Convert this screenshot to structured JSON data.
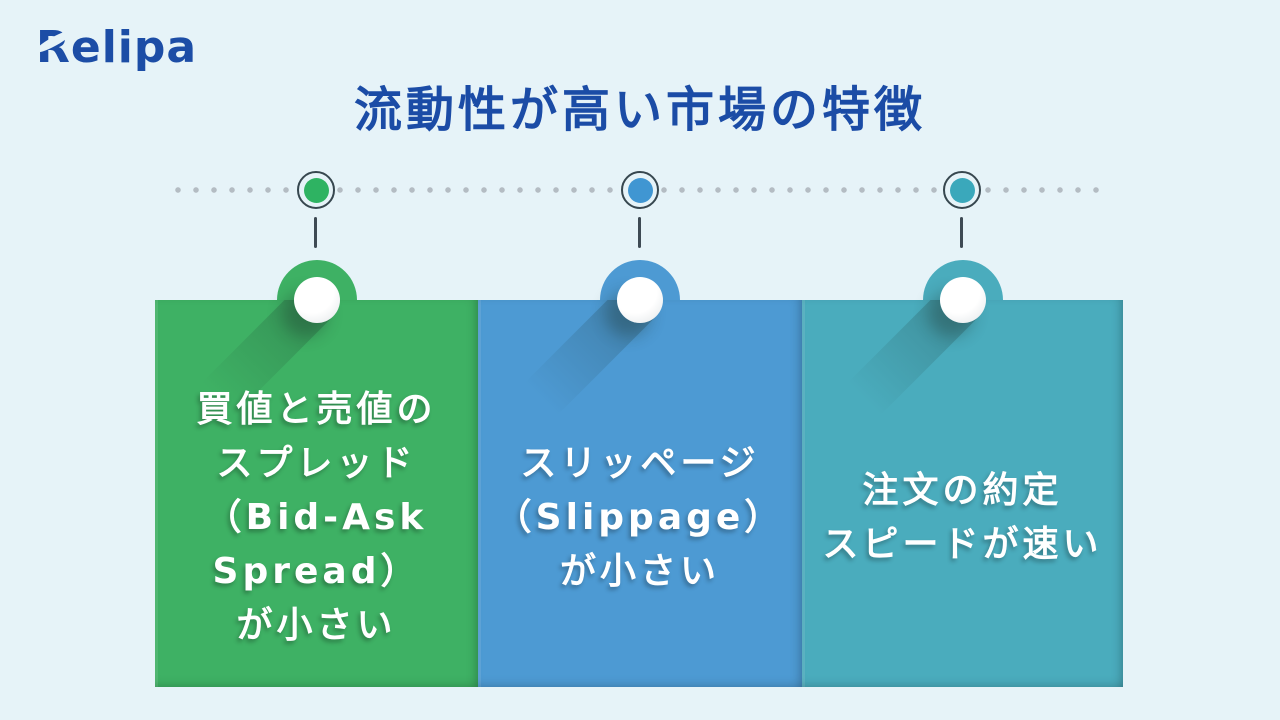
{
  "page": {
    "background_color": "#e6f3f8"
  },
  "logo": {
    "text": "Relipa",
    "color": "#1c4da6"
  },
  "title": {
    "text": "流動性が高い市場の特徴",
    "color": "#1b4ca6"
  },
  "timeline": {
    "dot_color": "#b4bcc3",
    "ring_color": "#37474f",
    "markers": [
      {
        "color": "#2eb362"
      },
      {
        "color": "#4096d2"
      },
      {
        "color": "#3aa8bb"
      }
    ]
  },
  "cards": [
    {
      "color": "#3eb164",
      "lines": [
        "買値と売値の",
        "スプレッド",
        "（Bid-Ask",
        "Spread）",
        "が小さい"
      ]
    },
    {
      "color": "#4d9ad3",
      "lines": [
        "スリッページ",
        "（Slippage）",
        "が小さい"
      ]
    },
    {
      "color": "#4aacbd",
      "lines": [
        "注文の約定",
        "スピードが速い"
      ]
    }
  ]
}
